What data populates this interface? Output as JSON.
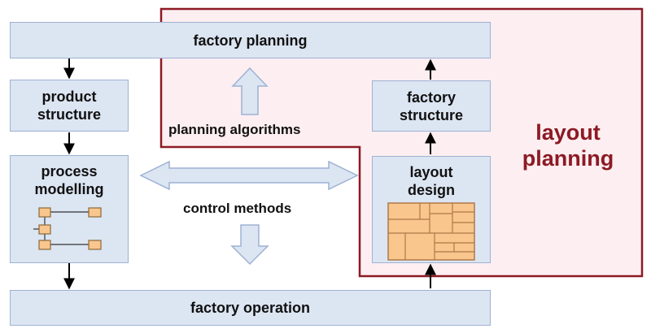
{
  "boxes": {
    "factory_planning": "factory planning",
    "product_structure": "product\nstructure",
    "process_modelling": "process\nmodelling",
    "factory_structure": "factory\nstructure",
    "layout_design": "layout\ndesign",
    "factory_operation": "factory operation"
  },
  "labels": {
    "planning_algorithms": "planning algorithms",
    "control_methods": "control methods",
    "layout_planning": "layout\nplanning"
  },
  "colors": {
    "box_fill": "#dce5f2",
    "box_border": "#9db2d3",
    "region_border": "#8c1a24",
    "region_fill": "#fdeef1",
    "block_arrow_fill": "#dce5f2",
    "schematic_fill": "#f9c68d",
    "schematic_border": "#b0784a"
  }
}
